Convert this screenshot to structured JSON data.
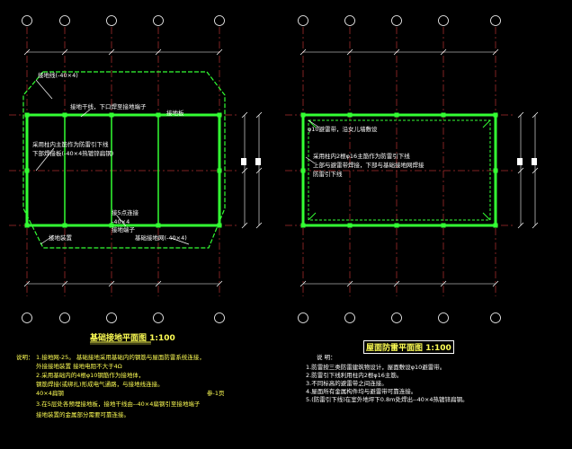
{
  "drawing": {
    "left_title": "基础接地平面图 1:100",
    "right_title": "屋面防雷平面图 1:100",
    "left_notes_label": "说明：",
    "left_notes": [
      "1.接地网-25。  基础接地采用基础内的钢筋与屋面防雷系统连接，",
      "外接接地装置   接地电阻不大于4Ω",
      "2.采用基础内的4根φ10钢筋作为接地体，",
      "钢筋焊接(或绑扎)形成电气通路，与接地线连接。",
      "40×4扁钢",
      "3.在5层处各预埋接地板，接地干线由--40×4扁钢引至接地端子",
      "接地装置的金属部分需要可靠连接。"
    ],
    "left_note_tag": "参-1页",
    "right_notes_label": "说  明：",
    "right_notes": [
      "1.防雷按三类防雷建筑物设计，屋面敷设φ10避雷带。",
      "2.防雷引下线利用柱内2根φ16主筋。",
      "3.不同标高的避雷带之间连接。",
      "4.屋面所有金属构件均与避雷带可靠连接。",
      "5.(防雷引下线)在室外地坪下0.8m处焊出--40×4热镀锌扁钢。"
    ],
    "left_annotations": [
      "接地线(-40×4)",
      "接地干线，下口焊至接地端子",
      "接地板",
      "采用柱内主筋作为防雷引下线",
      "下部焊接板(-40×4热镀锌扁钢)",
      "接5点连接",
      "-40×4",
      "接地端子",
      "接地装置",
      "基础接地网(-40×4)"
    ],
    "right_annotations": [
      "φ10避雷带，沿女儿墙敷设",
      "采用柱内2根φ16主筋作为防雷引下线",
      "上部与避雷带焊接，下部与基础接地网焊接",
      "防雷引下线"
    ]
  }
}
